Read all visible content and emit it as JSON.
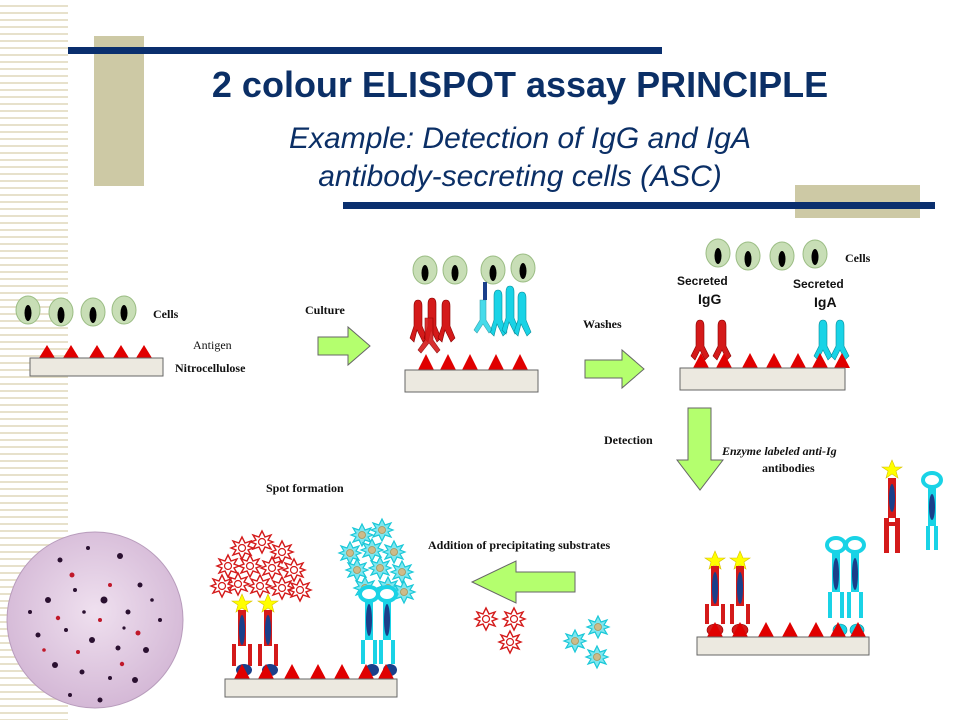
{
  "title": {
    "line1": "2 colour ELISPOT assay PRINCIPLE",
    "line2": "Example: Detection of IgG and IgA",
    "line3": "antibody-secreting cells (ASC)"
  },
  "labels": {
    "cells_1": "Cells",
    "antigen": "Antigen",
    "nitrocellulose": "Nitrocellulose",
    "culture": "Culture",
    "washes": "Washes",
    "cells_2": "Cells",
    "secreted_igg_1": "Secreted",
    "secreted_igg_2": "IgG",
    "secreted_iga_1": "Secreted",
    "secreted_iga_2": "IgA",
    "detection": "Detection",
    "enzyme_1": "Enzyme labeled anti-Ig",
    "enzyme_2": "antibodies",
    "spot_formation": "Spot formation",
    "addition": "Addition of precipitating substrates"
  },
  "colors": {
    "title": "#0b2f66",
    "igg": "#d41a1a",
    "iga": "#19d3e6",
    "antigen": "#e00000",
    "arrow": "#b4ff6e",
    "accent_bar": "#0a2f6e",
    "tan_block": "#cdc9a5",
    "membrane": "#ece9e0",
    "well": "#e2cbe3"
  }
}
